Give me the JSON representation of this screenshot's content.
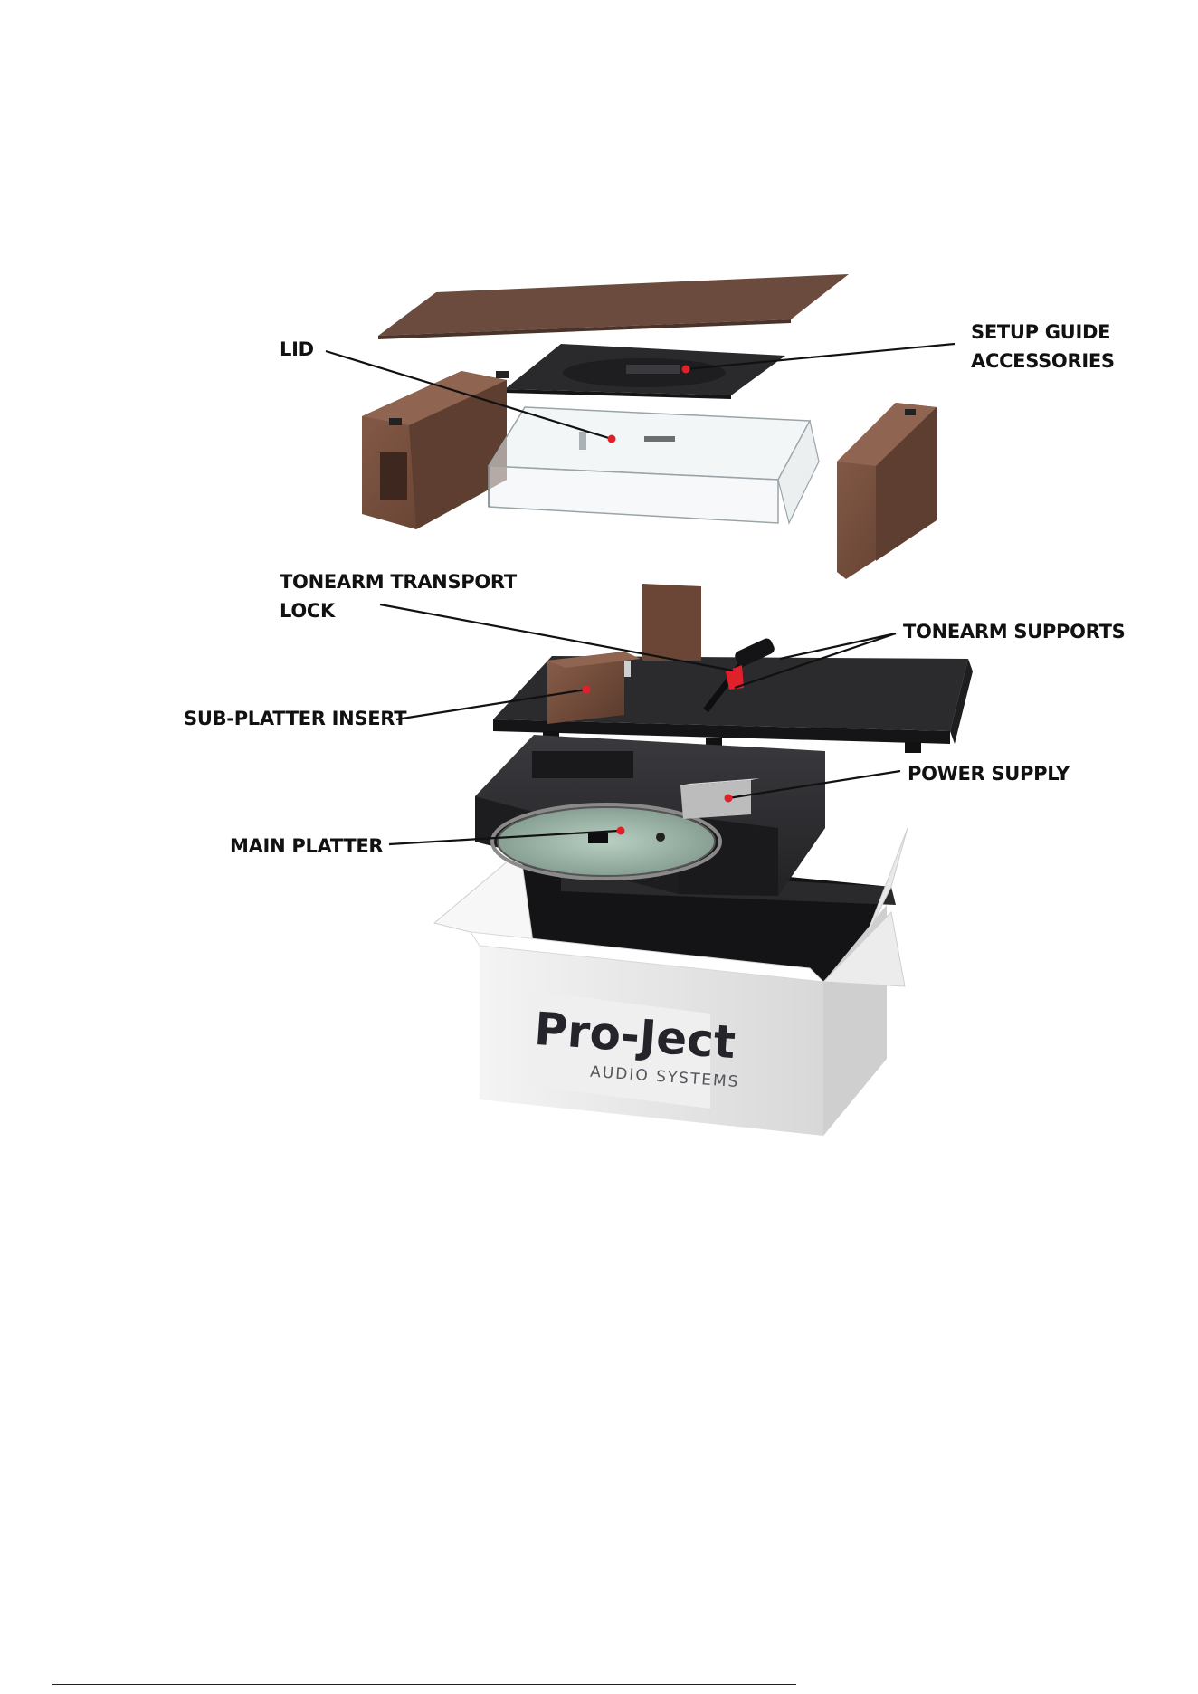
{
  "labels": {
    "lid": "LID",
    "setup_guide_line1": "SETUP GUIDE",
    "setup_guide_line2": "ACCESSORIES",
    "tonearm_lock_line1": "TONEARM TRANSPORT",
    "tonearm_lock_line2": "LOCK",
    "tonearm_supports": "TONEARM SUPPORTS",
    "sub_platter": "SUB-PLATTER INSERT",
    "power_supply": "POWER SUPPLY",
    "main_platter": "MAIN PLATTER"
  },
  "brand": {
    "name": "Pro-Ject",
    "tagline": "AUDIO SYSTEMS"
  },
  "colors": {
    "wood": "#6b4636",
    "foam": "#2a2a2d",
    "marker": "#e0202a"
  }
}
